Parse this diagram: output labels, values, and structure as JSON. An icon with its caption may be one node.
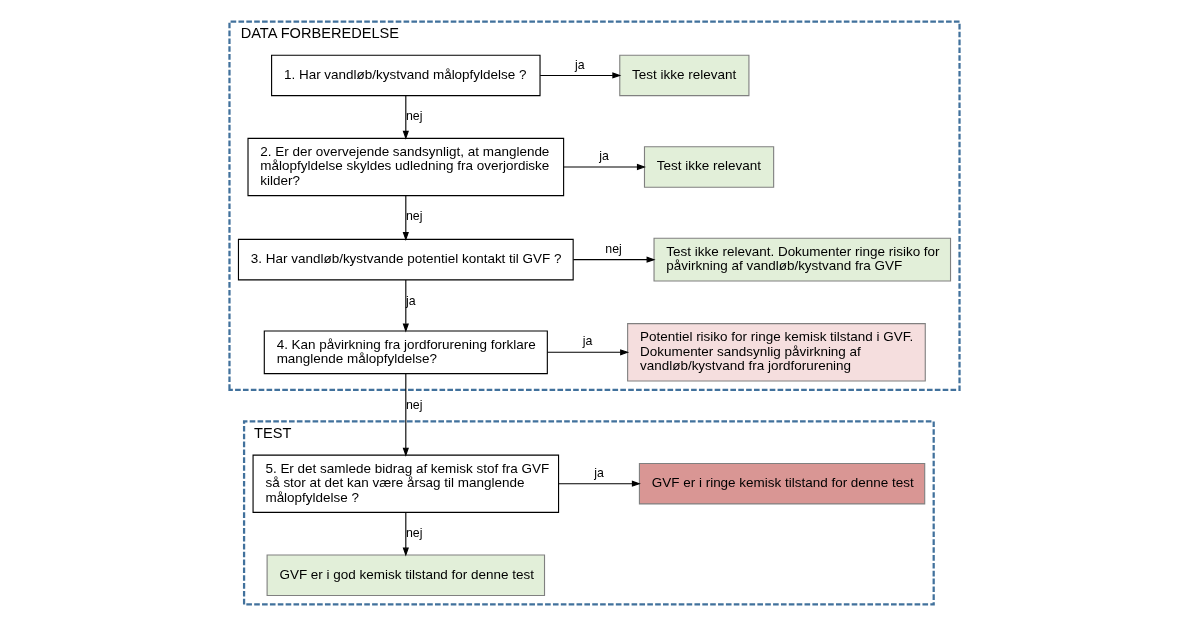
{
  "diagram": {
    "nodes": [
      {
        "text": [
          "DATA FORBEREDELSE"
        ]
      },
      {
        "text": [
          "1. Har vandløb/kystvand målopfyldelse ?"
        ],
        "in": 0
      },
      {
        "text": [
          "Test ikke relevant"
        ],
        "in": 0
      },
      {
        "text": [
          "2. Er der overvejende sandsynligt, at manglende målopfyldelse skyldes udledning fra overjordiske kilder?"
        ],
        "in": 0
      },
      {
        "text": [
          "Test ikke relevant"
        ],
        "in": 0
      },
      {
        "text": [
          "3. Har vandløb/kystvande potentiel kontakt til GVF ?"
        ],
        "in": 0
      },
      {
        "text": [
          "Test ikke relevant. Dokumenter ringe risiko for påvirkning af vandløb/kystvand fra GVF"
        ],
        "in": 0
      },
      {
        "text": [
          "4. Kan påvirkning fra jordforurening forklare manglende målopfyldelse?"
        ],
        "in": 0
      },
      {
        "text": [
          "Potentiel risiko for ringe kemisk tilstand i GVF. Dokumenter sandsynlig påvirkning af vandløb/kystvand fra jordforurening"
        ],
        "in": 0
      },
      {
        "text": [
          "TEST"
        ]
      },
      {
        "text": [
          "5. Er det samlede bidrag af kemisk stof fra GVF så stor at det kan være årsag til manglende målopfyldelse ?"
        ],
        "in": 9
      },
      {
        "text": [
          "GVF er i ringe kemisk tilstand for denne test"
        ],
        "in": 9
      },
      {
        "text": [
          "GVF er i god kemisk tilstand for denne test"
        ],
        "in": 9
      }
    ],
    "edges": [
      {
        "from": 1,
        "to": 2,
        "arrow": "to",
        "label": "ja"
      },
      {
        "from": 1,
        "to": 3,
        "arrow": "to",
        "label": "nej"
      },
      {
        "from": 3,
        "to": 4,
        "arrow": "to",
        "label": "ja"
      },
      {
        "from": 3,
        "to": 5,
        "arrow": "to",
        "label": "nej"
      },
      {
        "from": 5,
        "to": 6,
        "arrow": "to",
        "label": "nej"
      },
      {
        "from": 5,
        "to": 7,
        "arrow": "to",
        "label": "ja"
      },
      {
        "from": 7,
        "to": 8,
        "arrow": "to",
        "label": "ja"
      },
      {
        "from": 7,
        "to": 10,
        "arrow": "to",
        "label": "nej"
      },
      {
        "from": 10,
        "to": 11,
        "arrow": "to",
        "label": "ja"
      },
      {
        "from": 10,
        "to": 12,
        "arrow": "to",
        "label": "nej"
      }
    ]
  }
}
